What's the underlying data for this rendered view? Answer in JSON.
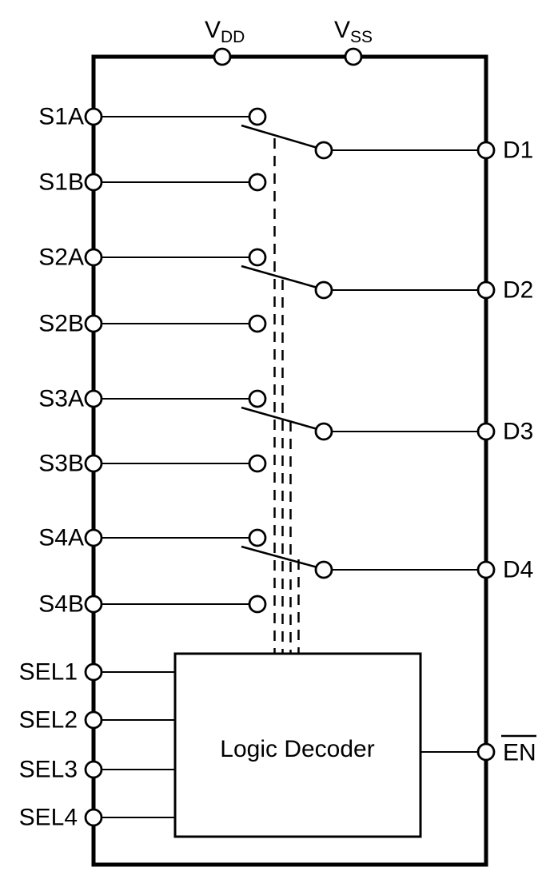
{
  "decoder": {
    "label": "Logic Decoder"
  },
  "power_pins": [
    {
      "name": "VDD",
      "base": "V",
      "sub": "DD"
    },
    {
      "name": "VSS",
      "base": "V",
      "sub": "SS"
    }
  ],
  "source_pins": [
    {
      "label": "S1A"
    },
    {
      "label": "S1B"
    },
    {
      "label": "S2A"
    },
    {
      "label": "S2B"
    },
    {
      "label": "S3A"
    },
    {
      "label": "S3B"
    },
    {
      "label": "S4A"
    },
    {
      "label": "S4B"
    }
  ],
  "select_pins": [
    {
      "label": "SEL1"
    },
    {
      "label": "SEL2"
    },
    {
      "label": "SEL3"
    },
    {
      "label": "SEL4"
    }
  ],
  "drain_pins": [
    {
      "label": "D1"
    },
    {
      "label": "D2"
    },
    {
      "label": "D3"
    },
    {
      "label": "D4"
    }
  ],
  "enable_pin": {
    "label": "EN"
  },
  "colors": {
    "line": "#000000",
    "text": "#000000",
    "background": "#ffffff"
  }
}
